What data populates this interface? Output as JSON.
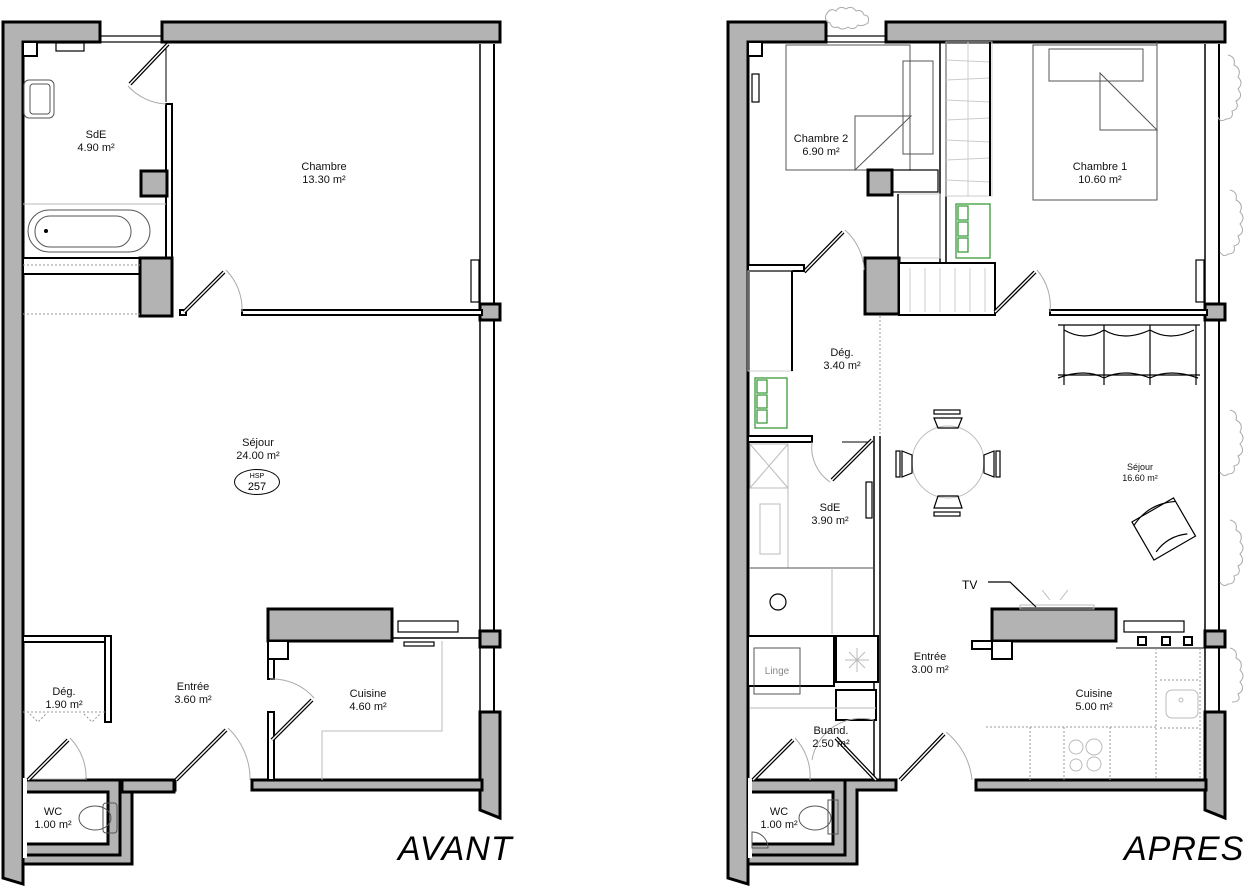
{
  "plans": {
    "before": {
      "title": "AVANT",
      "rooms": [
        {
          "name": "SdE",
          "area": "4.90 m²"
        },
        {
          "name": "Chambre",
          "area": "13.30 m²"
        },
        {
          "name": "Séjour",
          "area": "24.00 m²"
        },
        {
          "name": "Dég.",
          "area": "1.90 m²"
        },
        {
          "name": "Entrée",
          "area": "3.60 m²"
        },
        {
          "name": "Cuisine",
          "area": "4.60 m²"
        },
        {
          "name": "WC",
          "area": "1.00 m²"
        }
      ],
      "hsp": {
        "label": "HSP",
        "value": "257"
      }
    },
    "after": {
      "title": "APRES",
      "rooms": [
        {
          "name": "Chambre 2",
          "area": "6.90 m²"
        },
        {
          "name": "Chambre 1",
          "area": "10.60 m²"
        },
        {
          "name": "Dég.",
          "area": "3.40 m²"
        },
        {
          "name": "SdE",
          "area": "3.90 m²"
        },
        {
          "name": "Séjour",
          "area": "16.60 m²"
        },
        {
          "name": "Entrée",
          "area": "3.00 m²"
        },
        {
          "name": "Cuisine",
          "area": "5.00 m²"
        },
        {
          "name": "Buand.",
          "area": "2.50 m²"
        },
        {
          "name": "WC",
          "area": "1.00 m²"
        }
      ],
      "annotations": {
        "tv": "TV",
        "linge": "Linge"
      }
    }
  },
  "colors": {
    "wall_fill": "#b3b3b3",
    "wall_stroke": "#000000",
    "wardrobe_green": "#3a9a3a",
    "background": "#ffffff"
  }
}
